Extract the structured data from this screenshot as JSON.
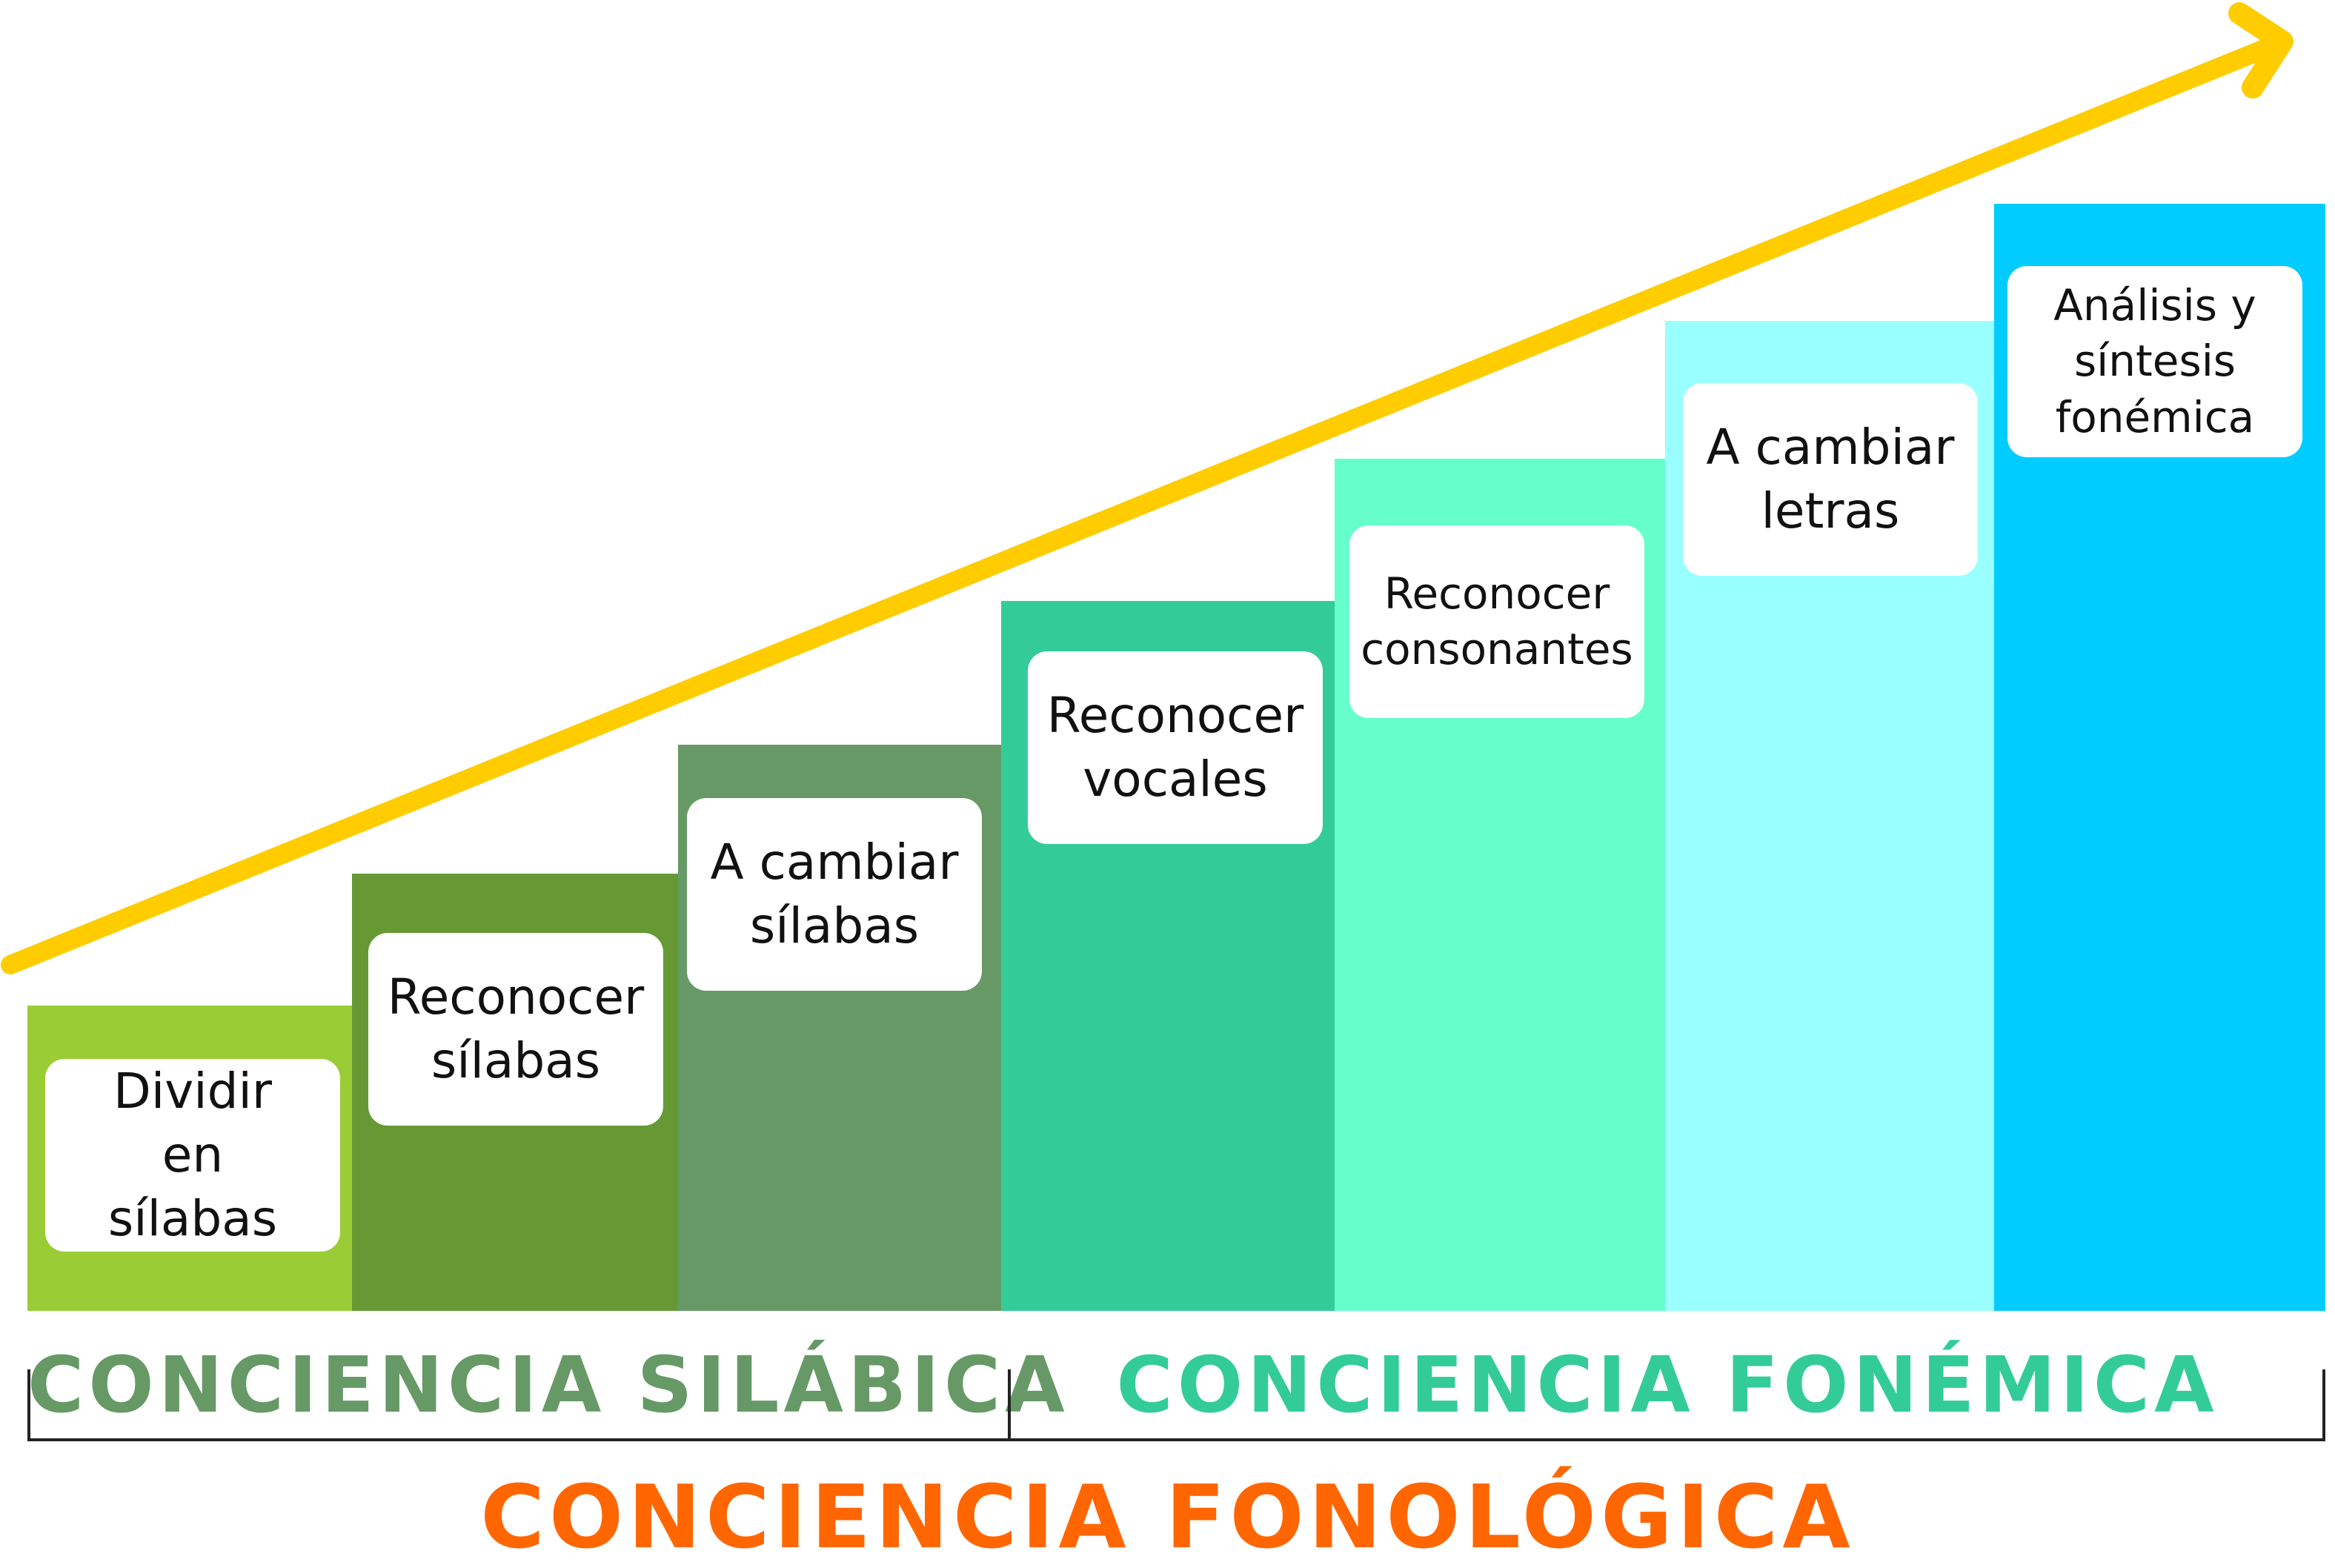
{
  "steps": [
    {
      "label": "Dividir en sílabas",
      "color": "#9ACD35"
    },
    {
      "label": "Reconocer sílabas",
      "color": "#669934"
    },
    {
      "label": "A cambiar sílabas",
      "color": "#669966"
    },
    {
      "label": "Reconocer vocales",
      "color": "#33CC99"
    },
    {
      "label": "Reconocer consonantes",
      "color": "#66FFCC"
    },
    {
      "label": "A cambiar letras",
      "color": "#99FFFF"
    },
    {
      "label": "Análisis y síntesis fonémica",
      "color": "#00CCFF"
    }
  ],
  "groups": {
    "silabica": {
      "title": "CONCIENCIA SILÁBICA",
      "color": "#669966"
    },
    "fonemica": {
      "title": "CONCIENCIA FONÉMICA",
      "color": "#33CC99"
    }
  },
  "main_title": {
    "text": "CONCIENCIA FONOLÓGICA",
    "color": "#FF6600"
  },
  "arrow_color": "#FFCC00"
}
